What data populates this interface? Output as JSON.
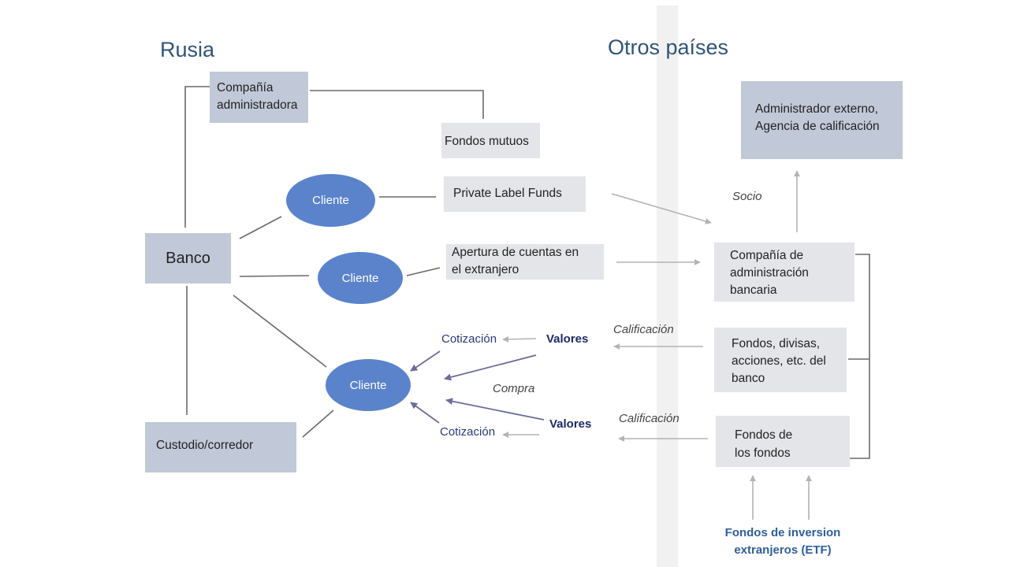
{
  "headings": {
    "left": "Rusia",
    "right": "Otros países"
  },
  "boxes": {
    "management_company": "Compañía\nadministradora",
    "mutual_funds": "Fondos mutuos",
    "private_label_funds": "Private Label Funds",
    "bank": "Banco",
    "foreign_accounts": "Apertura de cuentas en\nel extranjero",
    "custodian": "Custodio/corredor",
    "external_admin": "Administrador externo,\nAgencia de calificación",
    "bank_management_company": "Compañía de\nadministración\nbancaria",
    "bank_funds": "Fondos, divisas,\nacciones, etc. del\nbanco",
    "fund_of_funds": "Fondos de\nlos fondos"
  },
  "clients": [
    "Cliente",
    "Cliente",
    "Cliente"
  ],
  "labels": {
    "quote_top": "Cotización",
    "quote_bottom": "Cotización",
    "securities_top": "Valores",
    "securities_bottom": "Valores",
    "purchase": "Compra",
    "partner": "Socio",
    "rating_top": "Calificación",
    "rating_bottom": "Calificación",
    "etf": "Fondos de inversion\nextranjeros (ETF)"
  },
  "colors": {
    "heading": "#2f5579",
    "box_blue": "#c1c9d8",
    "box_grey": "#e4e5e9",
    "client_ellipse": "#5a83cc",
    "arrow_purple": "#6b6b9c",
    "arrow_grey": "#b3b3b3"
  }
}
